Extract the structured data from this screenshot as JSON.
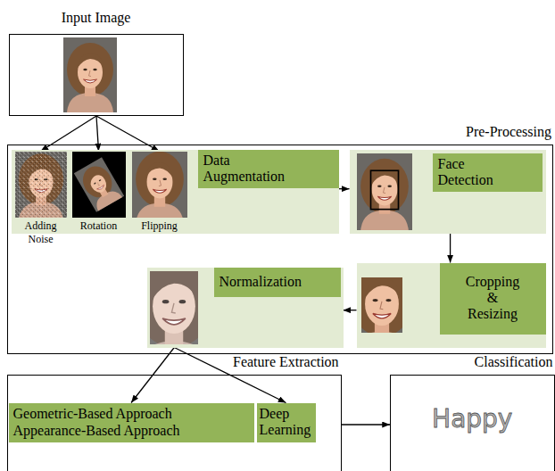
{
  "diagram": {
    "nodes": [
      {
        "text": [
          "Input Image"
        ]
      },
      {
        "text": [
          "Pre-Processing"
        ]
      },
      {
        "text": [
          "Data Augmentation"
        ],
        "in": 1
      },
      {
        "text": [
          "Adding Noise"
        ],
        "in": 2
      },
      {
        "text": [
          "Rotation"
        ],
        "in": 2
      },
      {
        "text": [
          "Flipping"
        ],
        "in": 2
      },
      {
        "text": [
          "Face Detection"
        ],
        "in": 1
      },
      {
        "text": [
          "Cropping & Resizing"
        ],
        "in": 1
      },
      {
        "text": [
          "Normalization"
        ],
        "in": 1
      },
      {
        "text": [
          "Feature Extraction"
        ]
      },
      {
        "text": [
          "Geometric-Based Approach",
          "Appearance-Based Approach"
        ],
        "in": 9
      },
      {
        "text": [
          "Deep Learning"
        ],
        "in": 9
      },
      {
        "text": [
          "Classification",
          "Happy"
        ]
      }
    ],
    "edges": [
      {
        "from": 0,
        "to": 3,
        "arrow": "to"
      },
      {
        "from": 0,
        "to": 4,
        "arrow": "to"
      },
      {
        "from": 0,
        "to": 5,
        "arrow": "to"
      },
      {
        "from": 2,
        "to": 6,
        "arrow": "to"
      },
      {
        "from": 6,
        "to": 7,
        "arrow": "to"
      },
      {
        "from": 7,
        "to": 8,
        "arrow": "to"
      },
      {
        "from": 8,
        "to": 10,
        "arrow": "to"
      },
      {
        "from": 8,
        "to": 11,
        "arrow": "to"
      },
      {
        "from": 9,
        "to": 12,
        "arrow": "to"
      }
    ]
  }
}
